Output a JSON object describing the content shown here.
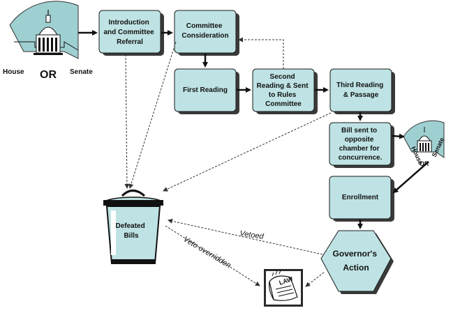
{
  "steps": {
    "intro": [
      "Introduction",
      "and Committee",
      "Referral"
    ],
    "committee": [
      "Committee",
      "Consideration"
    ],
    "first": [
      "First Reading"
    ],
    "second": [
      "Second",
      "Reading & Sent",
      "to Rules",
      "Committee"
    ],
    "third": [
      "Third Reading",
      "& Passage"
    ],
    "sent": [
      "Bill sent to",
      "opposite",
      "chamber for",
      "concurrence."
    ],
    "enrollment": [
      "Enrollment"
    ],
    "governor": [
      "Governor's",
      "Action"
    ],
    "defeated": [
      "Defeated",
      "Bills"
    ]
  },
  "chamber_main": {
    "house": "House",
    "or": "OR",
    "senate": "Senate"
  },
  "chamber_small": {
    "house": "House",
    "or": "OR",
    "senate": "Senate"
  },
  "edges": {
    "vetoed": "Vetoed",
    "veto_overridden": "Veto overridden"
  },
  "law_label": "LAW",
  "colors": {
    "box_fill": "#bfe3e4",
    "capitol_fill": "#9ecfd1",
    "shadow": "#3a3a3a"
  }
}
